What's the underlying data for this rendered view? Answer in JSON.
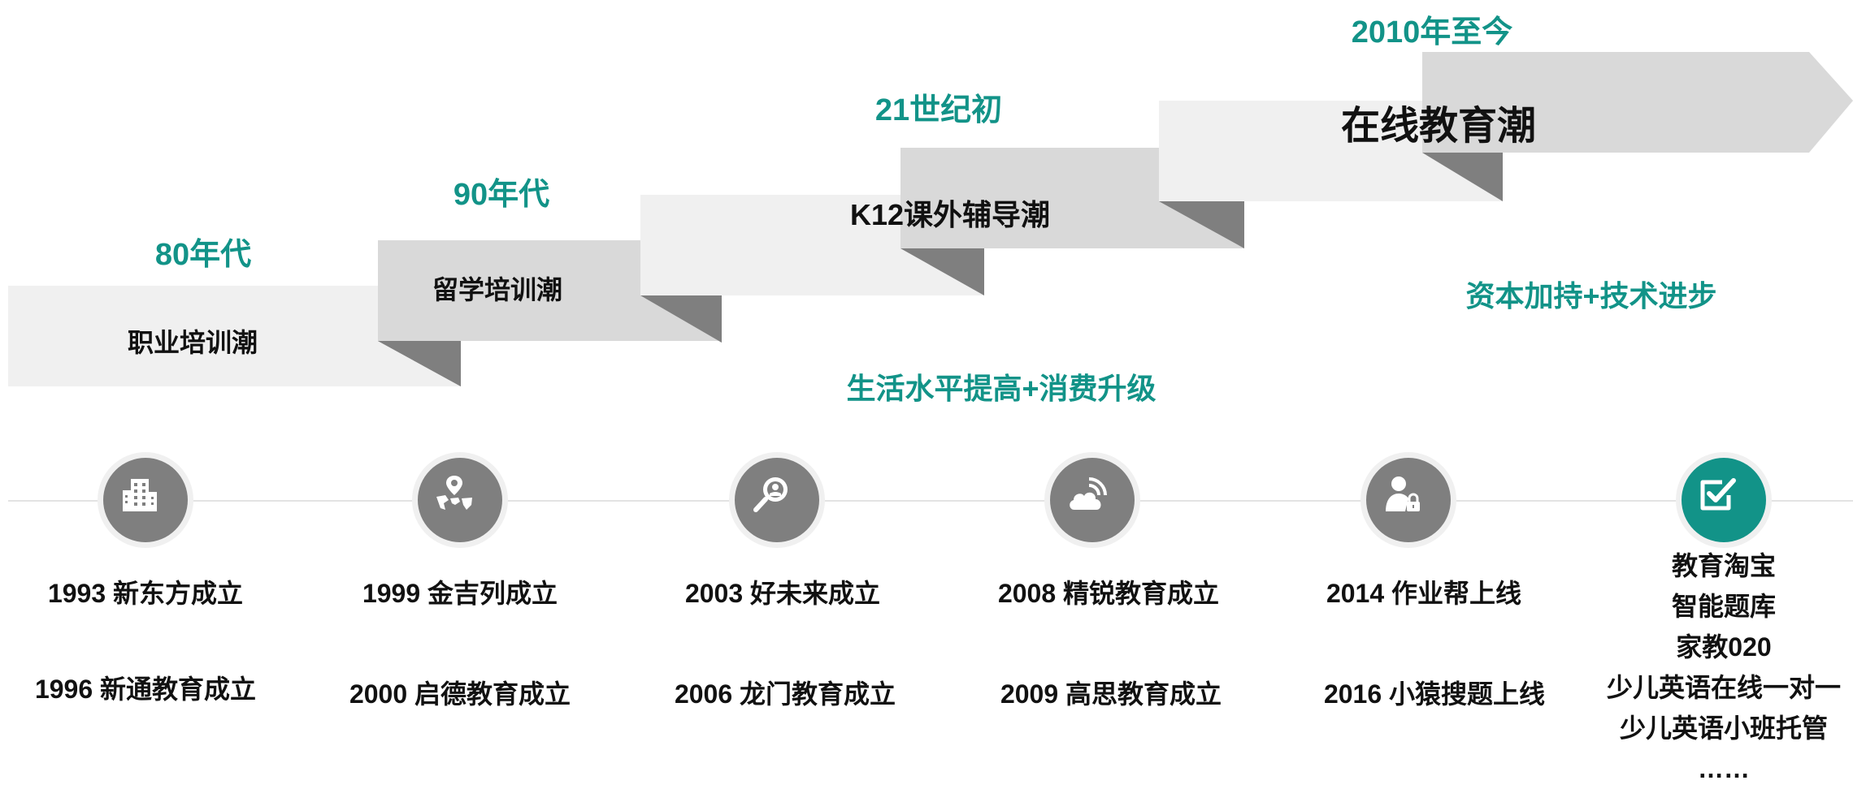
{
  "colors": {
    "accent": "#129388",
    "band_light": "#f0f0f0",
    "band_mid": "#d9d9d9",
    "fold": "#7f7f7f",
    "icon_bg": "#7f7f7f"
  },
  "eras": [
    "80年代",
    "90年代",
    "21世纪初",
    "2010年至今"
  ],
  "waves": [
    "职业培训潮",
    "留学培训潮",
    "K12课外辅导潮",
    "在线教育潮"
  ],
  "drivers": [
    "生活水平提高+消费升级",
    "资本加持+技术进步"
  ],
  "timeline": [
    {
      "icon": "building-icon",
      "events": [
        "1993  新东方成立",
        "1996 新通教育成立"
      ]
    },
    {
      "icon": "world-map-pin-icon",
      "events": [
        "1999 金吉列成立",
        "2000 启德教育成立"
      ]
    },
    {
      "icon": "search-icon",
      "events": [
        "2003 好未来成立",
        "2006 龙门教育成立"
      ]
    },
    {
      "icon": "cloud-signal-icon",
      "events": [
        "2008 精锐教育成立",
        "2009 高思教育成立"
      ]
    },
    {
      "icon": "user-lock-icon",
      "events": [
        "2014 作业帮上线",
        "2016  小猿搜题上线"
      ]
    },
    {
      "icon": "checkbox-icon",
      "events": []
    }
  ],
  "recent_items": [
    "教育淘宝",
    "智能题库",
    "家教020",
    "少儿英语在线一对一",
    "少儿英语小班托管",
    "……"
  ]
}
